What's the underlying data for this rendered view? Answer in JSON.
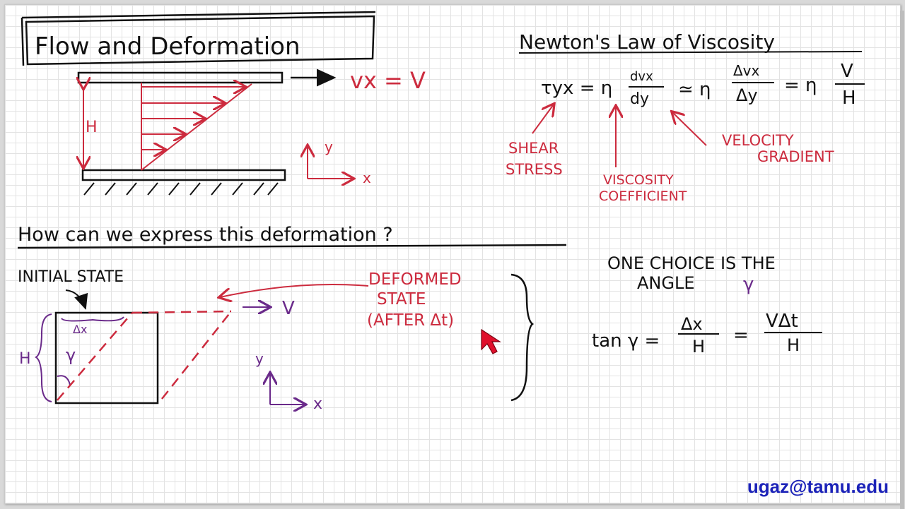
{
  "title": "Flow and Deformation",
  "flow_diagram": {
    "velocity_label": "vx = V",
    "height_label": "H",
    "y_axis": "y",
    "x_axis": "x"
  },
  "newton": {
    "heading": "Newton's Law of Viscosity",
    "lhs": "τyx = η",
    "grad_num": "dvx",
    "grad_den": "dy",
    "approx": "≃ η",
    "delta_num": "Δvx",
    "delta_den": "Δy",
    "eq": "= η",
    "vh_num": "V",
    "vh_den": "H",
    "label_shear_1": "SHEAR",
    "label_shear_2": "STRESS",
    "label_visc_1": "VISCOSITY",
    "label_visc_2": "COEFFICIENT",
    "label_vel_1": "VELOCITY",
    "label_vel_2": "GRADIENT"
  },
  "question": "How can we express this deformation ?",
  "deformation": {
    "initial_state": "INITIAL STATE",
    "dx": "Δx",
    "gamma": "γ",
    "height": "H",
    "velocity": "V",
    "y_axis": "y",
    "x_axis": "x",
    "deformed_1": "DEFORMED",
    "deformed_2": "STATE",
    "deformed_3": "(AFTER Δt)"
  },
  "angle": {
    "line1": "ONE CHOICE IS THE",
    "line2": "ANGLE",
    "gamma": "γ",
    "tan_lhs": "tan γ =",
    "f1_num": "Δx",
    "f1_den": "H",
    "eq": "=",
    "f2_num": "VΔt",
    "f2_den": "H"
  },
  "footer": {
    "email": "ugaz@tamu.edu"
  },
  "colors": {
    "ink": "#111111",
    "red": "#cc2b3e",
    "purple": "#6a2a8a",
    "email": "#1b22b8"
  }
}
